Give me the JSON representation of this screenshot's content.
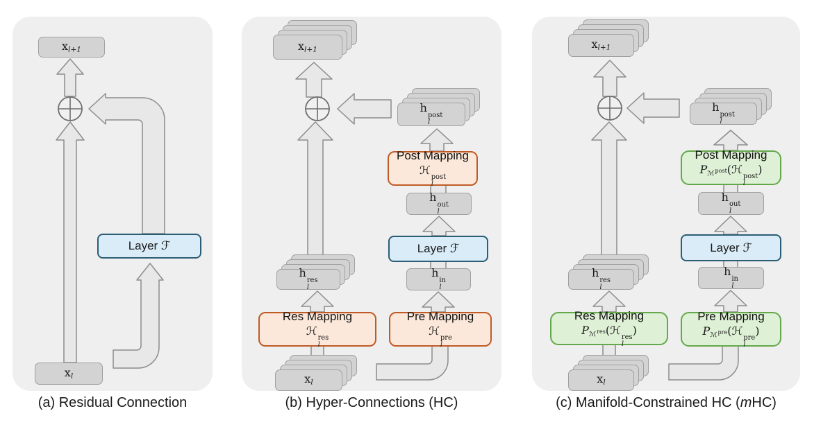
{
  "colors": {
    "page-bg": "#ffffff",
    "panel-bg": "#efefef",
    "node-fill": "#d3d3d3",
    "node-border": "#a0a0a0",
    "arrow-fill": "#e8e8e8",
    "arrow-stroke": "#8c8c8c",
    "oplus-fill": "#f0f0f0",
    "oplus-stroke": "#6e6e6e",
    "layer-fill": "#d9ecf8",
    "layer-border": "#2b5d76",
    "hc-fill": "#fce8da",
    "hc-border": "#c05a25",
    "mhc-fill": "#def0d5",
    "mhc-border": "#64a84b",
    "text": "#1a1a1a"
  },
  "panels": [
    {
      "caption": [
        {
          "t": "(a) Residual Connection",
          "c": ""
        }
      ],
      "x_next": [
        {
          "t": "x",
          "c": "v"
        },
        {
          "t": "l+1",
          "c": "v sub i"
        }
      ],
      "x_in": [
        {
          "t": "x",
          "c": "v"
        },
        {
          "t": "l",
          "c": "v sub i"
        }
      ],
      "layer": [
        {
          "t": "Layer ",
          "c": "lab"
        },
        {
          "t": "ℱ",
          "c": "scr"
        }
      ]
    },
    {
      "caption": [
        {
          "t": "(b) Hyper-Connections (HC)",
          "c": ""
        }
      ],
      "x_next": [
        {
          "t": "x",
          "c": "v"
        },
        {
          "t": "l+1",
          "c": "v sub i"
        }
      ],
      "x_in": [
        {
          "t": "x",
          "c": "v"
        },
        {
          "t": "l",
          "c": "v sub i"
        }
      ],
      "layer": [
        {
          "t": "Layer ",
          "c": "lab"
        },
        {
          "t": "ℱ",
          "c": "scr"
        }
      ],
      "h_post": [
        {
          "t": "h",
          "c": "v"
        },
        {
          "t": "post|l",
          "c": "stack"
        }
      ],
      "h_out": [
        {
          "t": "h",
          "c": "v"
        },
        {
          "t": "out|l",
          "c": "stack"
        }
      ],
      "h_in": [
        {
          "t": "h",
          "c": "v"
        },
        {
          "t": "in|l",
          "c": "stack"
        }
      ],
      "h_res": [
        {
          "t": "h",
          "c": "v"
        },
        {
          "t": "res|l",
          "c": "stack"
        }
      ],
      "post_map": {
        "title": "Post Mapping",
        "formula": [
          {
            "t": "ℋ",
            "c": "scr"
          },
          {
            "t": "post|l",
            "c": "stack"
          }
        ]
      },
      "pre_map": {
        "title": "Pre Mapping",
        "formula": [
          {
            "t": "ℋ",
            "c": "scr"
          },
          {
            "t": "pre|l",
            "c": "stack"
          }
        ]
      },
      "res_map": {
        "title": "Res Mapping",
        "formula": [
          {
            "t": "ℋ",
            "c": "scr"
          },
          {
            "t": "res|l",
            "c": "stack"
          }
        ]
      }
    },
    {
      "caption": [
        {
          "t": "(c) Manifold-Constrained HC (",
          "c": ""
        },
        {
          "t": "m",
          "c": "i"
        },
        {
          "t": "HC)",
          "c": ""
        }
      ],
      "x_next": [
        {
          "t": "x",
          "c": "v"
        },
        {
          "t": "l+1",
          "c": "v sub i"
        }
      ],
      "x_in": [
        {
          "t": "x",
          "c": "v"
        },
        {
          "t": "l",
          "c": "v sub i"
        }
      ],
      "layer": [
        {
          "t": "Layer ",
          "c": "lab"
        },
        {
          "t": "ℱ",
          "c": "scr"
        }
      ],
      "h_post": [
        {
          "t": "h",
          "c": "v"
        },
        {
          "t": "post|l",
          "c": "stack"
        }
      ],
      "h_out": [
        {
          "t": "h",
          "c": "v"
        },
        {
          "t": "out|l",
          "c": "stack"
        }
      ],
      "h_in": [
        {
          "t": "h",
          "c": "v"
        },
        {
          "t": "in|l",
          "c": "stack"
        }
      ],
      "h_res": [
        {
          "t": "h",
          "c": "v"
        },
        {
          "t": "res|l",
          "c": "stack"
        }
      ],
      "post_map": {
        "title": "Post Mapping",
        "formula": [
          {
            "t": "P",
            "c": "scr"
          },
          {
            "t": "ℳ",
            "c": "scr msub"
          },
          {
            "t": "post",
            "c": "msup"
          },
          {
            "t": "(",
            "c": "v"
          },
          {
            "t": "ℋ",
            "c": "scr"
          },
          {
            "t": "post|l",
            "c": "stack"
          },
          {
            "t": ")",
            "c": "v"
          }
        ]
      },
      "pre_map": {
        "title": "Pre Mapping",
        "formula": [
          {
            "t": "P",
            "c": "scr"
          },
          {
            "t": "ℳ",
            "c": "scr msub"
          },
          {
            "t": "pre",
            "c": "msup"
          },
          {
            "t": "(",
            "c": "v"
          },
          {
            "t": "ℋ",
            "c": "scr"
          },
          {
            "t": "pre|l",
            "c": "stack"
          },
          {
            "t": ")",
            "c": "v"
          }
        ]
      },
      "res_map": {
        "title": "Res Mapping",
        "formula": [
          {
            "t": "P",
            "c": "scr"
          },
          {
            "t": "ℳ",
            "c": "scr msub"
          },
          {
            "t": "res",
            "c": "msup"
          },
          {
            "t": "(",
            "c": "v"
          },
          {
            "t": "ℋ",
            "c": "scr"
          },
          {
            "t": "res|l",
            "c": "stack"
          },
          {
            "t": ")",
            "c": "v"
          }
        ]
      }
    }
  ]
}
